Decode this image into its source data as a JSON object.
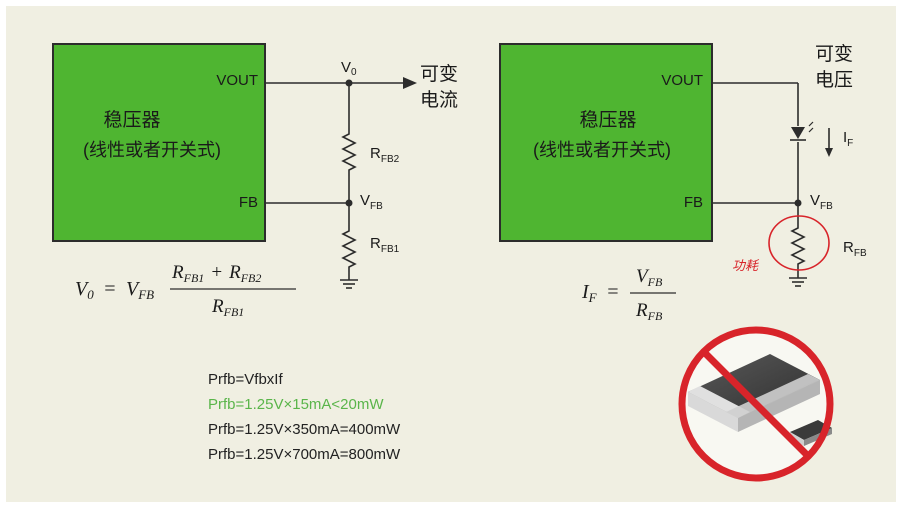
{
  "left_circuit": {
    "block_title": "稳压器",
    "block_subtitle": "(线性或者开关式)",
    "pin_vout": "VOUT",
    "pin_fb": "FB",
    "node_v0": "V",
    "node_v0_sub": "0",
    "output_label_1": "可变",
    "output_label_2": "电流",
    "r_top": "R",
    "r_top_sub": "FB2",
    "node_vfb": "V",
    "node_vfb_sub": "FB",
    "r_bottom": "R",
    "r_bottom_sub": "FB1"
  },
  "right_circuit": {
    "block_title": "稳压器",
    "block_subtitle": "(线性或者开关式)",
    "pin_vout": "VOUT",
    "pin_fb": "FB",
    "output_label_1": "可变",
    "output_label_2": "电压",
    "current_label": "I",
    "current_sub": "F",
    "node_vfb": "V",
    "node_vfb_sub": "FB",
    "resistor": "R",
    "resistor_sub": "FB",
    "power_note": "功耗"
  },
  "formula_left": {
    "lhs": "V",
    "lhs_sub": "0",
    "eq": "=",
    "factor": "V",
    "factor_sub": "FB",
    "num_a": "R",
    "num_a_sub": "FB1",
    "plus": "+",
    "num_b": "R",
    "num_b_sub": "FB2",
    "den": "R",
    "den_sub": "FB1"
  },
  "formula_right": {
    "lhs": "I",
    "lhs_sub": "F",
    "eq": "=",
    "num": "V",
    "num_sub": "FB",
    "den": "R",
    "den_sub": "FB"
  },
  "equations": [
    "Prfb=VfbxIf",
    "Prfb=1.25V×15mA<20mW",
    "Prfb=1.25V×350mA=400mW",
    "Prfb=1.25V×700mA=800mW"
  ],
  "colors": {
    "regulator_green": "#4fb531",
    "highlight_equation": "#5ab54a",
    "annotation_red": "#d8242a",
    "background": "#f0efe2"
  }
}
